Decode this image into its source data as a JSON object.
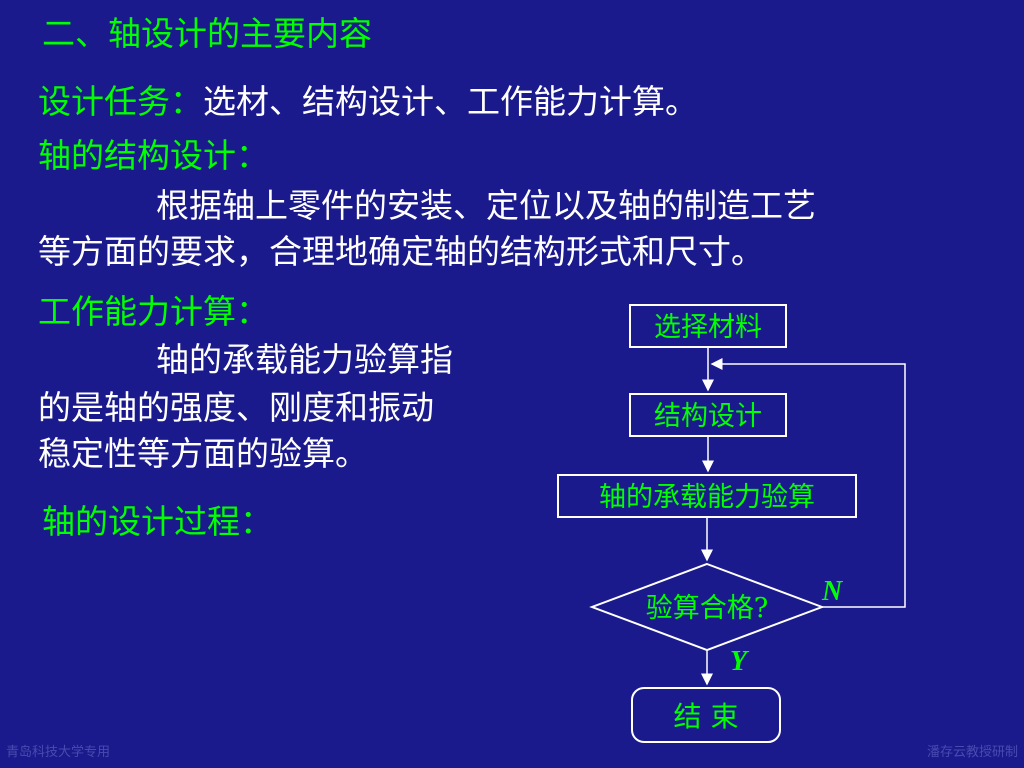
{
  "slide": {
    "title": "二、轴设计的主要内容",
    "task_label": "设计任务：",
    "task_text": "选材、结构设计、工作能力计算。",
    "structure_label": "轴的结构设计：",
    "structure_line1": "根据轴上零件的安装、定位以及轴的制造工艺",
    "structure_line2": "等方面的要求，合理地确定轴的结构形式和尺寸。",
    "capacity_label": "工作能力计算：",
    "capacity_line1": "轴的承载能力验算指",
    "capacity_line2": "的是轴的强度、刚度和振动",
    "capacity_line3": "稳定性等方面的验算。",
    "process_label": "轴的设计过程："
  },
  "flowchart": {
    "step1": "选择材料",
    "step2": "结构设计",
    "step3": "轴的承载能力验算",
    "decision": "验算合格?",
    "no_label": "N",
    "yes_label": "Y",
    "end": "结 束"
  },
  "footer": {
    "left": "青岛科技大学专用",
    "right": "潘存云教授研制"
  },
  "colors": {
    "background": "#1a1a8c",
    "heading": "#00ff00",
    "body_text": "#ffffff"
  }
}
